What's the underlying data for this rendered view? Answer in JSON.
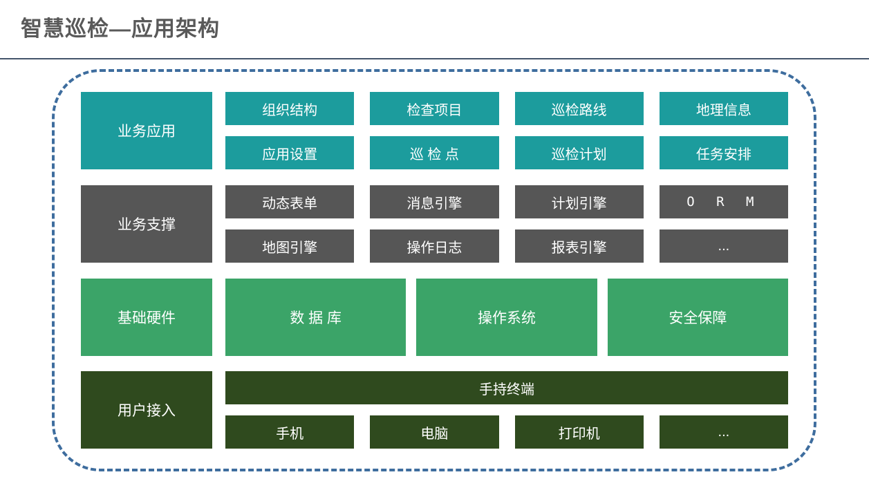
{
  "title": "智慧巡检—应用架构",
  "colors": {
    "title_text": "#595959",
    "divider": "#44546a",
    "container_border": "#3e6d9e",
    "layer_business_app": "#1c9c9d",
    "layer_business_support": "#565656",
    "layer_base_hardware": "#3ba468",
    "layer_user_access": "#2f4a1e",
    "item_text": "#ffffff"
  },
  "layers": [
    {
      "id": "business-application",
      "label": "业务应用",
      "items": [
        [
          "组织结构",
          "检查项目",
          "巡检路线",
          "地理信息"
        ],
        [
          "应用设置",
          "巡 检 点",
          "巡检计划",
          "任务安排"
        ]
      ]
    },
    {
      "id": "business-support",
      "label": "业务支撑",
      "items": [
        [
          "动态表单",
          "消息引擎",
          "计划引擎",
          "O R M"
        ],
        [
          "地图引擎",
          "操作日志",
          "报表引擎",
          "..."
        ]
      ]
    },
    {
      "id": "base-hardware",
      "label": "基础硬件",
      "items": [
        [
          "数 据 库",
          "操作系统",
          "安全保障"
        ]
      ]
    },
    {
      "id": "user-access",
      "label": "用户接入",
      "full_width_item": "手持终端",
      "items": [
        [
          "手机",
          "电脑",
          "打印机",
          "..."
        ]
      ]
    }
  ]
}
